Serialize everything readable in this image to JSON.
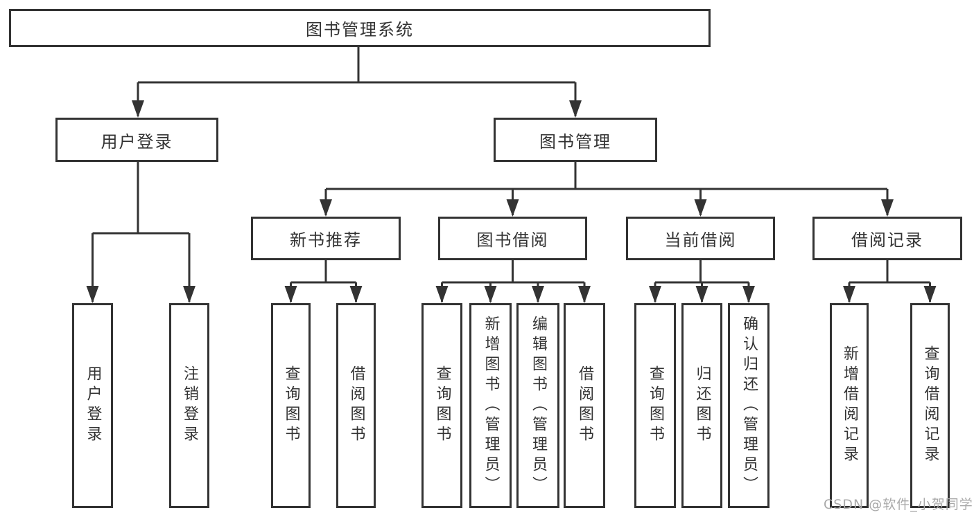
{
  "colors": {
    "line": "#333333",
    "text": "#333333",
    "watermark": "#a9a9a9",
    "background": "#ffffff"
  },
  "watermark": {
    "text": "CSDN @软件_小贺同学"
  },
  "diagram": {
    "root": {
      "label": "图书管理系统"
    },
    "branches": [
      {
        "label": "用户登录",
        "children": [
          {
            "label": "用户登录"
          },
          {
            "label": "注销登录"
          }
        ]
      },
      {
        "label": "图书管理",
        "children": [
          {
            "label": "新书推荐",
            "children": [
              {
                "label": "查询图书"
              },
              {
                "label": "借阅图书"
              }
            ]
          },
          {
            "label": "图书借阅",
            "children": [
              {
                "label": "查询图书"
              },
              {
                "label": "新增图书（管理员）"
              },
              {
                "label": "编辑图书（管理员）"
              },
              {
                "label": "借阅图书"
              }
            ]
          },
          {
            "label": "当前借阅",
            "children": [
              {
                "label": "查询图书"
              },
              {
                "label": "归还图书"
              },
              {
                "label": "确认归还（管理员）"
              }
            ]
          },
          {
            "label": "借阅记录",
            "children": [
              {
                "label": "新增借阅记录"
              },
              {
                "label": "查询借阅记录"
              }
            ]
          }
        ]
      }
    ]
  }
}
